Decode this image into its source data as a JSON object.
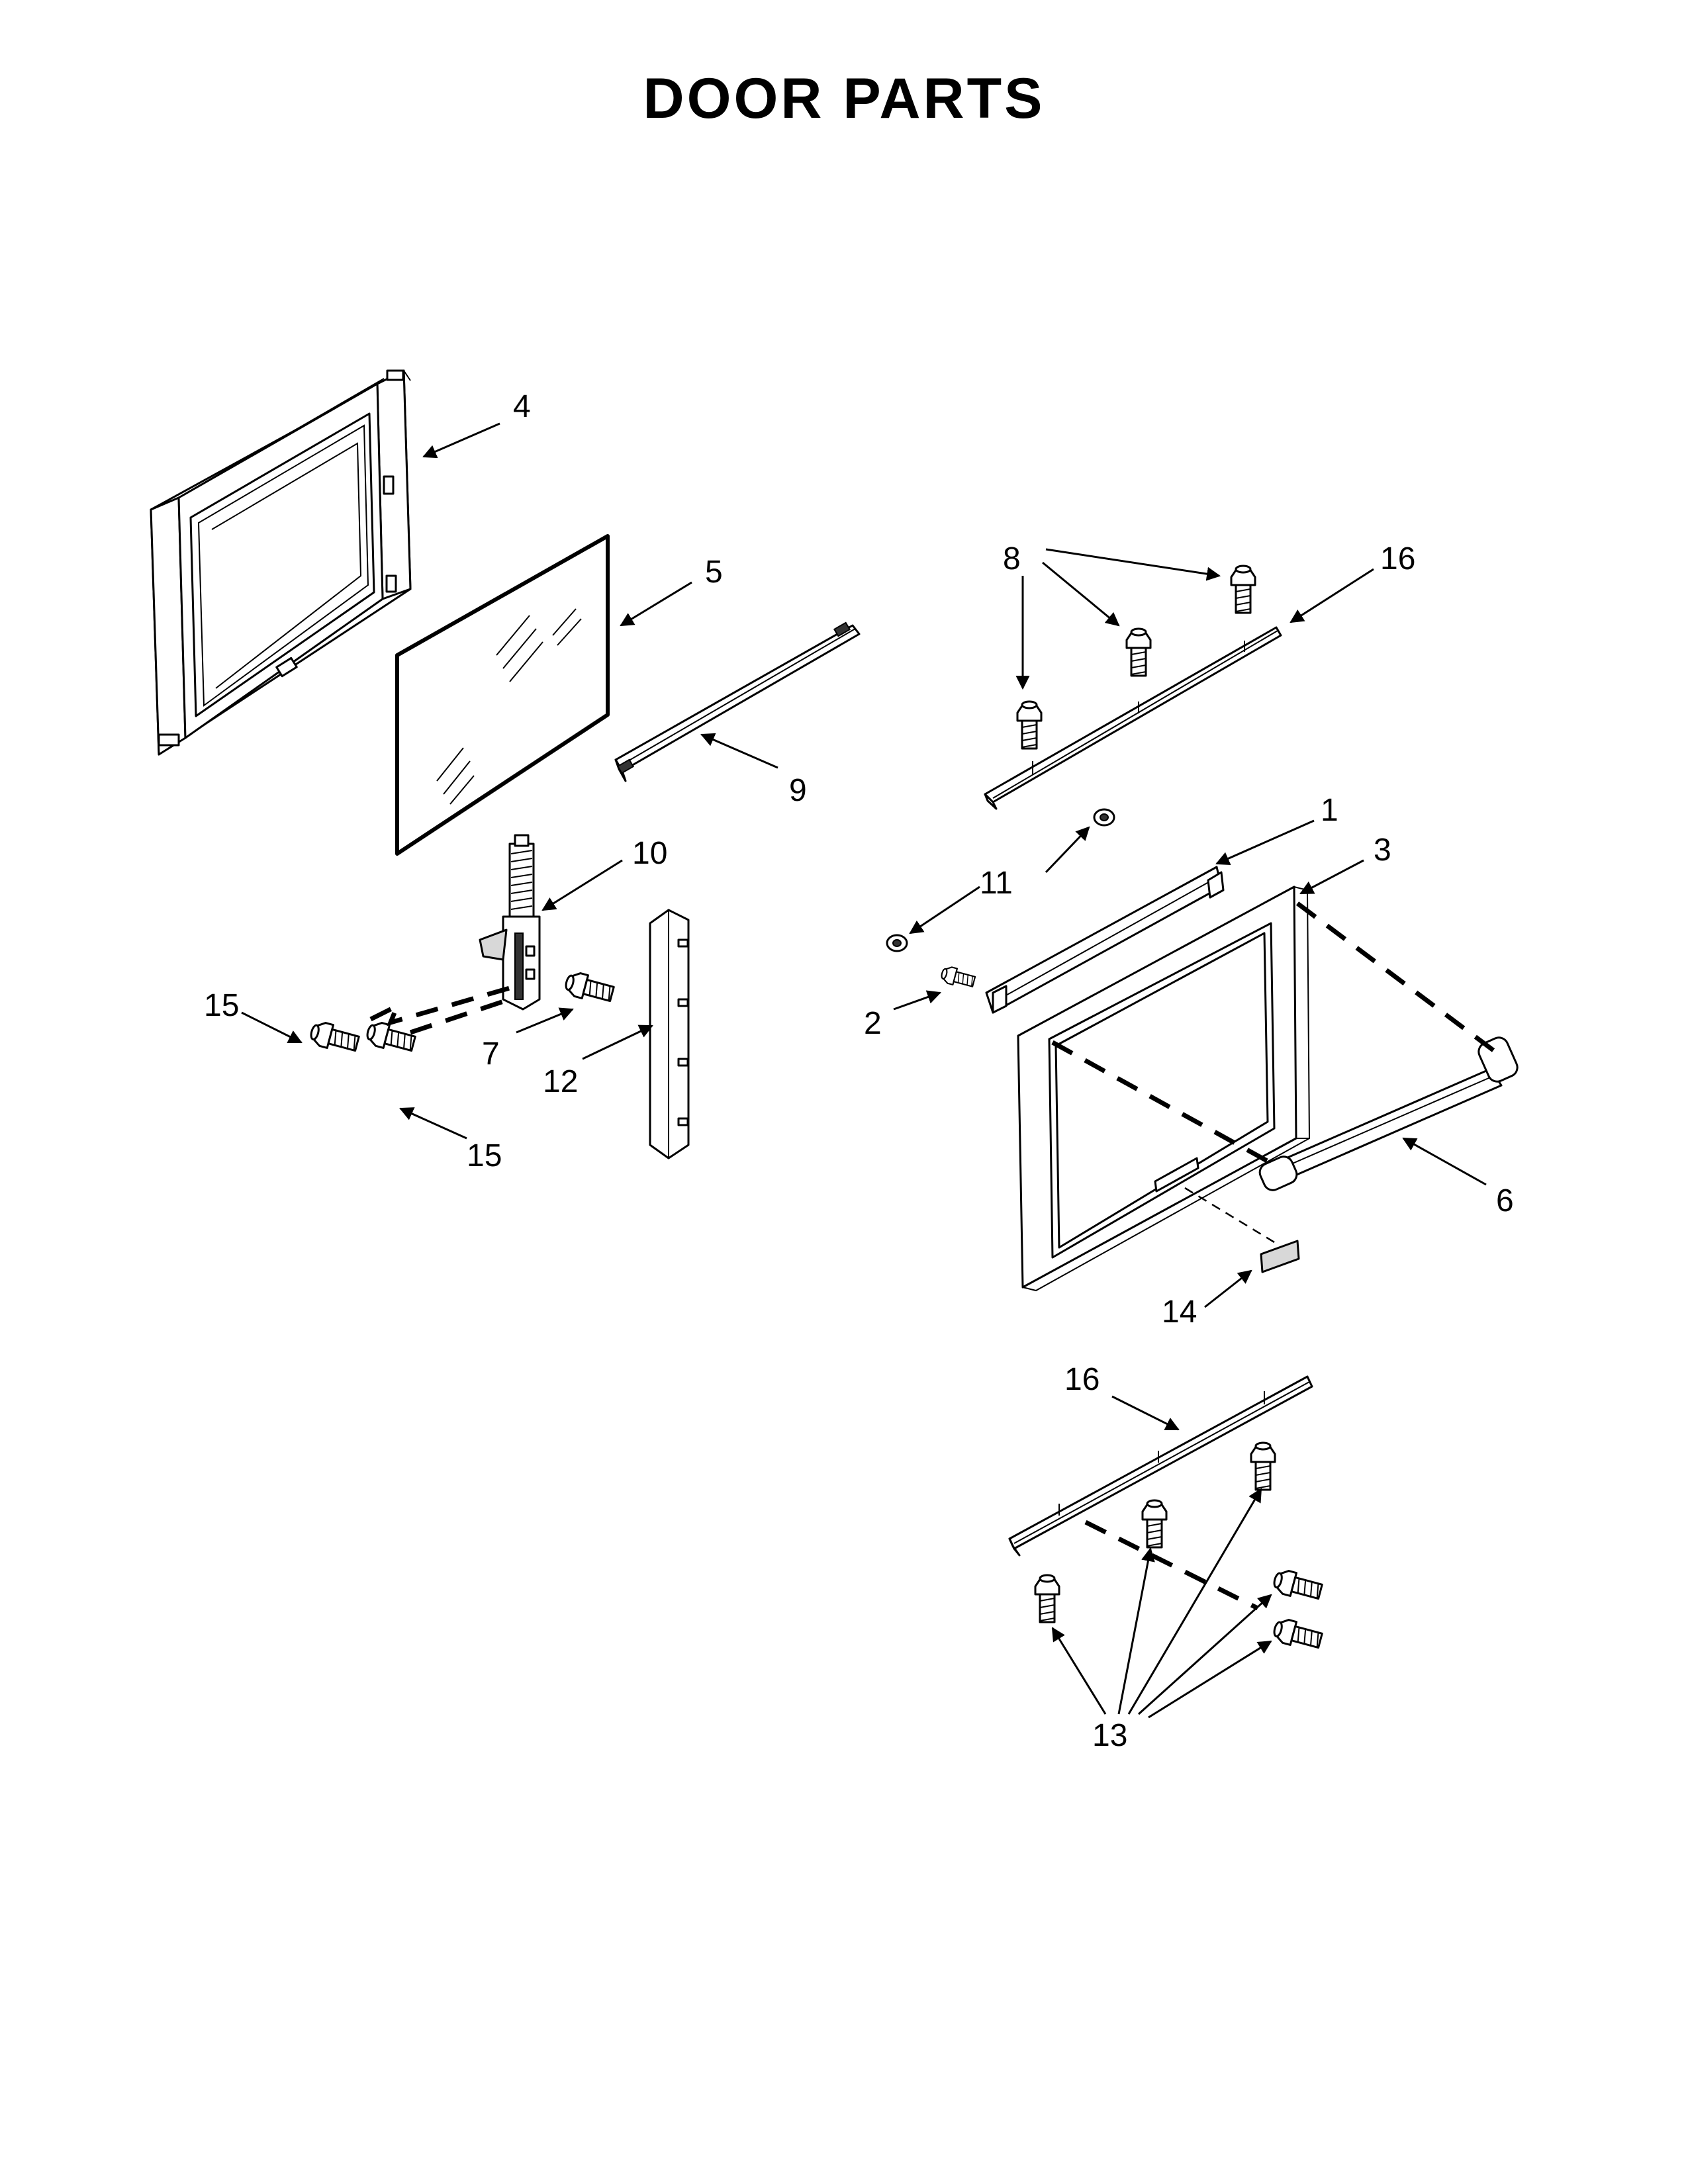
{
  "title": "DOOR PARTS",
  "callouts": [
    "1",
    "2",
    "3",
    "4",
    "5",
    "6",
    "7",
    "8",
    "9",
    "10",
    "11",
    "12",
    "13",
    "14",
    "15",
    "15",
    "16",
    "16"
  ]
}
